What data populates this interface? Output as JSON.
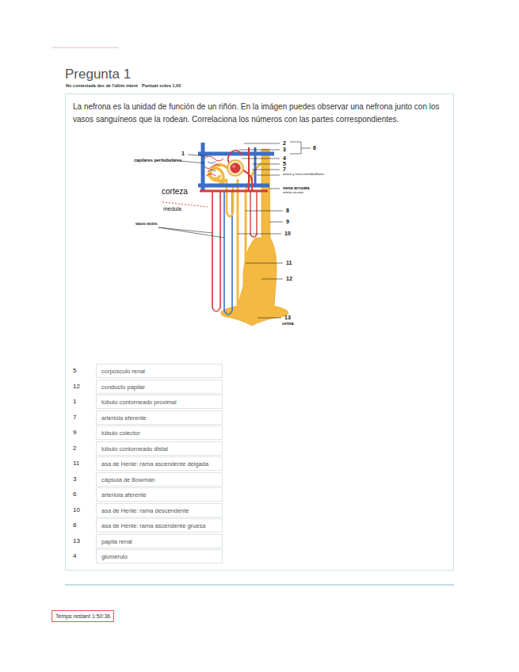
{
  "diagram": {
    "title": "Pregunta 1",
    "nodes": [
      {
        "text": [
          "La nefrona es la unidad de función de un riñón. En la imágen puedes observar una nefrona junto con los vasos sanguíneos que la rodean. Correlaciona los números con las partes correspondientes."
        ]
      },
      {
        "text": [
          "5",
          "corpúsculo renal"
        ],
        "in": 0
      },
      {
        "text": [
          "12",
          "conducto papilar"
        ],
        "in": 0
      },
      {
        "text": [
          "1",
          "túbulo contorneado proximal"
        ],
        "in": 0
      },
      {
        "text": [
          "7",
          "arteriola eferente"
        ],
        "in": 0
      },
      {
        "text": [
          "9",
          "túbulo colector"
        ],
        "in": 0
      },
      {
        "text": [
          "2",
          "túbulo contorneado distal"
        ],
        "in": 0
      },
      {
        "text": [
          "11",
          "asa de Henle: rama ascendente delgada"
        ],
        "in": 0
      },
      {
        "text": [
          "3",
          "cápsula de Bowman"
        ],
        "in": 0
      },
      {
        "text": [
          "6",
          "arteriola aferente"
        ],
        "in": 0
      },
      {
        "text": [
          "10",
          "asa de Henle: rama descendente"
        ],
        "in": 0
      },
      {
        "text": [
          "8",
          "asa de Henle: rama ascendente gruesa"
        ],
        "in": 0
      },
      {
        "text": [
          "13",
          "papila renal"
        ],
        "in": 0
      },
      {
        "text": [
          "4",
          "glomérulo"
        ],
        "in": 0
      },
      {
        "text": [
          "Temps restant 1:50:36"
        ]
      }
    ],
    "labels": [
      "No contestada des de l'últim intent",
      "Puntuat sobre 1,00",
      "1",
      "capilares peritubulares",
      "2",
      "3",
      "4",
      "5",
      "6",
      "7",
      "arteria y vena interlobulillares",
      "vena arcuata",
      "arteria arcuata",
      "corteza",
      "médula",
      "vasos rectos",
      "8",
      "9",
      "10",
      "11",
      "12",
      "13",
      "orina"
    ]
  }
}
